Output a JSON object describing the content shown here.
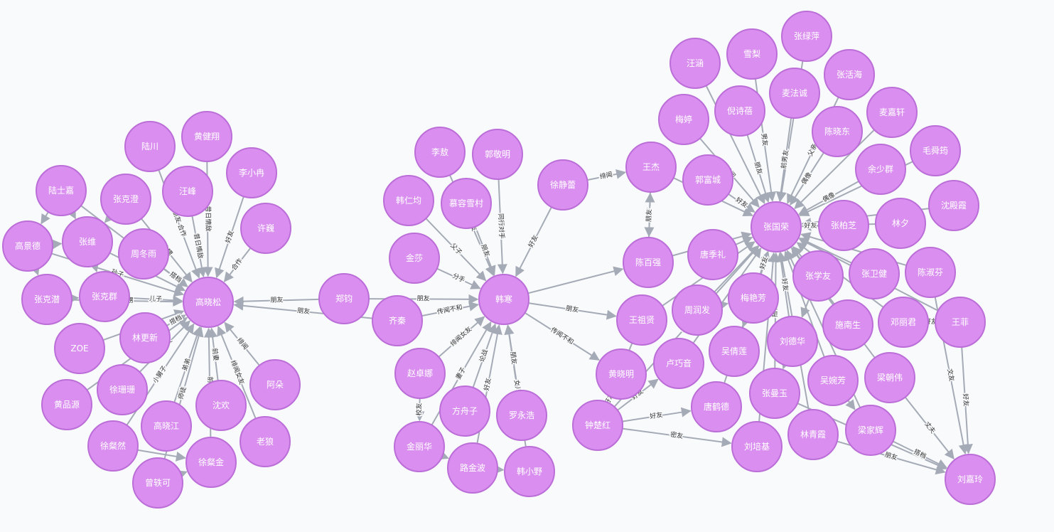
{
  "graph": {
    "node_color": "#da8ff0",
    "node_stroke": "#bb6ed8",
    "edge_color": "#a5abb6",
    "nodes": [
      {
        "id": "gaoxiaosong",
        "label": "高晓松"
      },
      {
        "id": "luchuan",
        "label": "陆川"
      },
      {
        "id": "huangjianxiang",
        "label": "黄健翔"
      },
      {
        "id": "lishiyu",
        "label": "陆士嘉"
      },
      {
        "id": "zhangkecheng",
        "label": "张克澄"
      },
      {
        "id": "wangfeng",
        "label": "汪峰"
      },
      {
        "id": "lixiaoran",
        "label": "李小冉"
      },
      {
        "id": "xuwei",
        "label": "许巍"
      },
      {
        "id": "gaojingde",
        "label": "高景德"
      },
      {
        "id": "zhangwei",
        "label": "张维"
      },
      {
        "id": "zhoudongyu",
        "label": "周冬雨"
      },
      {
        "id": "zhangkejie",
        "label": "张克潜"
      },
      {
        "id": "zhangkequn",
        "label": "张克群"
      },
      {
        "id": "zoe",
        "label": "ZOE"
      },
      {
        "id": "lingengxin",
        "label": "林更新"
      },
      {
        "id": "huangpinyuan",
        "label": "黄品源"
      },
      {
        "id": "xushanshan",
        "label": "徐珊珊"
      },
      {
        "id": "gaoxiaojiang",
        "label": "高晓江"
      },
      {
        "id": "shenhuan",
        "label": "沈欢"
      },
      {
        "id": "aduo",
        "label": "阿朵"
      },
      {
        "id": "laolang",
        "label": "老狼"
      },
      {
        "id": "xucanran",
        "label": "徐粲然"
      },
      {
        "id": "xucanjin",
        "label": "徐粲金"
      },
      {
        "id": "zengtieke",
        "label": "曾轶可"
      },
      {
        "id": "zhengjun",
        "label": "郑钧"
      },
      {
        "id": "qiqin",
        "label": "齐秦"
      },
      {
        "id": "hanhan",
        "label": "韩寒"
      },
      {
        "id": "limin",
        "label": "李敖"
      },
      {
        "id": "guojingming",
        "label": "郭敬明"
      },
      {
        "id": "hanrenjun",
        "label": "韩仁均"
      },
      {
        "id": "murongxuecun",
        "label": "慕容雪村"
      },
      {
        "id": "xujingmei",
        "label": "徐静蕾"
      },
      {
        "id": "jinsha",
        "label": "金莎"
      },
      {
        "id": "zhaozhuona",
        "label": "赵卓娜"
      },
      {
        "id": "fangzhouzi",
        "label": "方舟子"
      },
      {
        "id": "luoyonghao",
        "label": "罗永浩"
      },
      {
        "id": "jinlihua",
        "label": "金丽华"
      },
      {
        "id": "lujinbo",
        "label": "路金波"
      },
      {
        "id": "hanxiaoye",
        "label": "韩小野"
      },
      {
        "id": "wangjie",
        "label": "王杰"
      },
      {
        "id": "chenbaiqiang",
        "label": "陈百强"
      },
      {
        "id": "wangzuxian",
        "label": "王祖贤"
      },
      {
        "id": "huangxiaoming",
        "label": "黄晓明"
      },
      {
        "id": "zhongchuhong",
        "label": "钟楚红"
      },
      {
        "id": "wanghan",
        "label": "汪涵"
      },
      {
        "id": "xueli",
        "label": "雪梨"
      },
      {
        "id": "zhanglvping",
        "label": "张绿萍"
      },
      {
        "id": "meiting",
        "label": "梅婷"
      },
      {
        "id": "nishibei",
        "label": "倪诗蓓"
      },
      {
        "id": "maifacheng",
        "label": "麦法诚"
      },
      {
        "id": "zhanghuohai",
        "label": "张活海"
      },
      {
        "id": "chenxiaodong",
        "label": "陈晓东"
      },
      {
        "id": "maijiaxuan",
        "label": "麦嘉轩"
      },
      {
        "id": "maoshunjun",
        "label": "毛舜筠"
      },
      {
        "id": "guofucheng",
        "label": "郭富城"
      },
      {
        "id": "yushaoqun",
        "label": "余少群"
      },
      {
        "id": "zhangguorong",
        "label": "张国荣"
      },
      {
        "id": "zhangbozhi",
        "label": "张柏芝"
      },
      {
        "id": "shendianxia",
        "label": "沈殿霞"
      },
      {
        "id": "linxi",
        "label": "林夕"
      },
      {
        "id": "tangjili",
        "label": "唐季礼"
      },
      {
        "id": "zhangxueyou",
        "label": "张学友"
      },
      {
        "id": "zhangweijian",
        "label": "张卫健"
      },
      {
        "id": "chenshufen",
        "label": "陈淑芬"
      },
      {
        "id": "zhourunfa",
        "label": "周润发"
      },
      {
        "id": "meiyanfang",
        "label": "梅艳芳"
      },
      {
        "id": "shinansheng",
        "label": "施南生"
      },
      {
        "id": "denglijun",
        "label": "邓丽君"
      },
      {
        "id": "wangfei",
        "label": "王菲"
      },
      {
        "id": "luqiaoyin",
        "label": "卢巧音"
      },
      {
        "id": "wuqianlian",
        "label": "吴倩莲"
      },
      {
        "id": "liudehua",
        "label": "刘德华"
      },
      {
        "id": "wuwanfang",
        "label": "吴婉芳"
      },
      {
        "id": "liangchaowei",
        "label": "梁朝伟"
      },
      {
        "id": "tanghede",
        "label": "唐鹤德"
      },
      {
        "id": "zhangmanyu",
        "label": "张曼玉"
      },
      {
        "id": "liangjiahui",
        "label": "梁家辉"
      },
      {
        "id": "liupeiji",
        "label": "刘培基"
      },
      {
        "id": "linqingxia",
        "label": "林青霞"
      },
      {
        "id": "liujialing",
        "label": "刘嘉玲"
      }
    ],
    "edges": [
      {
        "s": "lishiyu",
        "t": "gaojingde",
        "label": ""
      },
      {
        "s": "lishiyu",
        "t": "zhangwei",
        "label": ""
      },
      {
        "s": "zhangkecheng",
        "t": "zhangwei",
        "label": ""
      },
      {
        "s": "gaojingde",
        "t": "zhangwei",
        "label": ""
      },
      {
        "s": "gaojingde",
        "t": "zhangkejie",
        "label": ""
      },
      {
        "s": "zhangwei",
        "t": "zhangkequn",
        "label": ""
      },
      {
        "s": "zhangkejie",
        "t": "zhangkequn",
        "label": ""
      },
      {
        "s": "zhangwei",
        "t": "gaoxiaosong",
        "label": "外孙"
      },
      {
        "s": "zhangkecheng",
        "t": "gaoxiaosong",
        "label": "外甥"
      },
      {
        "s": "lishiyu",
        "t": "gaoxiaosong",
        "label": "外孙"
      },
      {
        "s": "gaojingde",
        "t": "gaoxiaosong",
        "label": "孙子"
      },
      {
        "s": "zhangkejie",
        "t": "gaoxiaosong",
        "label": "外甥"
      },
      {
        "s": "zhangkequn",
        "t": "gaoxiaosong",
        "label": "儿子"
      },
      {
        "s": "luchuan",
        "t": "gaoxiaosong",
        "label": "朋友 合作"
      },
      {
        "s": "huangjianxiang",
        "t": "gaoxiaosong",
        "label": "昔日情敌"
      },
      {
        "s": "wangfeng",
        "t": "gaoxiaosong",
        "label": "昔日情敌"
      },
      {
        "s": "lixiaoran",
        "t": "gaoxiaosong",
        "label": "好友"
      },
      {
        "s": "xuwei",
        "t": "gaoxiaosong",
        "label": "合作"
      },
      {
        "s": "zhoudongyu",
        "t": "gaoxiaosong",
        "label": "搭档"
      },
      {
        "s": "lingengxin",
        "t": "gaoxiaosong",
        "label": "搭档"
      },
      {
        "s": "zoe",
        "t": "gaoxiaosong",
        "label": "绯闻"
      },
      {
        "s": "huangpinyuan",
        "t": "gaoxiaosong",
        "label": "好友"
      },
      {
        "s": "xushanshan",
        "t": "gaoxiaosong",
        "label": "前女友"
      },
      {
        "s": "gaoxiaojiang",
        "t": "gaoxiaosong",
        "label": "弟弟"
      },
      {
        "s": "shenhuan",
        "t": "gaoxiaosong",
        "label": "前妻"
      },
      {
        "s": "aduo",
        "t": "gaoxiaosong",
        "label": "绯闻"
      },
      {
        "s": "laolang",
        "t": "gaoxiaosong",
        "label": "绯闻女友"
      },
      {
        "s": "xucanran",
        "t": "gaoxiaosong",
        "label": "小舅子"
      },
      {
        "s": "xucanjin",
        "t": "gaoxiaosong",
        "label": "前妻"
      },
      {
        "s": "zengtieke",
        "t": "gaoxiaosong",
        "label": "师徒"
      },
      {
        "s": "zhengjun",
        "t": "gaoxiaosong",
        "label": "朋友"
      },
      {
        "s": "qiqin",
        "t": "gaoxiaosong",
        "label": "朋友"
      },
      {
        "s": "xucanran",
        "t": "xucanjin",
        "label": ""
      },
      {
        "s": "zengtieke",
        "t": "xucanjin",
        "label": ""
      },
      {
        "s": "zhengjun",
        "t": "hanhan",
        "label": "朋友"
      },
      {
        "s": "qiqin",
        "t": "hanhan",
        "label": "传闻不和"
      },
      {
        "s": "limin",
        "t": "hanhan",
        "label": "好友"
      },
      {
        "s": "guojingming",
        "t": "hanhan",
        "label": "同行对手"
      },
      {
        "s": "hanrenjun",
        "t": "hanhan",
        "label": "父子"
      },
      {
        "s": "murongxuecun",
        "t": "hanhan",
        "label": "朋友"
      },
      {
        "s": "xujingmei",
        "t": "hanhan",
        "label": "好友"
      },
      {
        "s": "jinsha",
        "t": "hanhan",
        "label": "分手"
      },
      {
        "s": "zhaozhuona",
        "t": "hanhan",
        "label": "绯闻女友"
      },
      {
        "s": "fangzhouzi",
        "t": "hanhan",
        "label": "论战"
      },
      {
        "s": "luoyonghao",
        "t": "hanhan",
        "label": "朋友"
      },
      {
        "s": "jinlihua",
        "t": "hanhan",
        "label": "妻子"
      },
      {
        "s": "lujinbo",
        "t": "hanhan",
        "label": "好友"
      },
      {
        "s": "hanxiaoye",
        "t": "hanhan",
        "label": "女儿"
      },
      {
        "s": "zhaozhuona",
        "t": "jinlihua",
        "label": "校友"
      },
      {
        "s": "jinlihua",
        "t": "lujinbo",
        "label": ""
      },
      {
        "s": "lujinbo",
        "t": "hanxiaoye",
        "label": ""
      },
      {
        "s": "hanhan",
        "t": "chenbaiqiang",
        "label": ""
      },
      {
        "s": "hanhan",
        "t": "wangzuxian",
        "label": "朋友"
      },
      {
        "s": "hanhan",
        "t": "huangxiaoming",
        "label": "传闻不和"
      },
      {
        "s": "xujingmei",
        "t": "wangjie",
        "label": "绯闻"
      },
      {
        "s": "wangjie",
        "t": "chenbaiqiang",
        "label": "朋友"
      },
      {
        "s": "chenbaiqiang",
        "t": "wangjie",
        "label": "朋友"
      },
      {
        "s": "wangzuxian",
        "t": "zhongchuhong",
        "label": "好友"
      },
      {
        "s": "huangxiaoming",
        "t": "zhongchuhong",
        "label": "好友"
      },
      {
        "s": "zhongchuhong",
        "t": "tanghede",
        "label": "好友"
      },
      {
        "s": "zhongchuhong",
        "t": "liupeiji",
        "label": "密友"
      },
      {
        "s": "zhongchuhong",
        "t": "zhangguorong",
        "label": "好友"
      },
      {
        "s": "zhongchuhong",
        "t": "luqiaoyin",
        "label": "好友"
      },
      {
        "s": "wanghan",
        "t": "zhangguorong",
        "label": ""
      },
      {
        "s": "xueli",
        "t": "zhangguorong",
        "label": "男友"
      },
      {
        "s": "zhanglvping",
        "t": "zhangguorong",
        "label": ""
      },
      {
        "s": "meiting",
        "t": "zhangguorong",
        "label": "绯闻"
      },
      {
        "s": "nishibei",
        "t": "zhangguorong",
        "label": "朋友"
      },
      {
        "s": "maifacheng",
        "t": "zhangguorong",
        "label": "前男友"
      },
      {
        "s": "zhanghuohai",
        "t": "zhangguorong",
        "label": "父亲"
      },
      {
        "s": "chenxiaodong",
        "t": "zhangguorong",
        "label": "偶像"
      },
      {
        "s": "maijiaxuan",
        "t": "zhangguorong",
        "label": ""
      },
      {
        "s": "maoshunjun",
        "t": "zhangguorong",
        "label": ""
      },
      {
        "s": "guofucheng",
        "t": "zhangguorong",
        "label": "好友"
      },
      {
        "s": "yushaoqun",
        "t": "zhangguorong",
        "label": "偶像"
      },
      {
        "s": "zhangbozhi",
        "t": "zhangguorong",
        "label": "好友"
      },
      {
        "s": "shendianxia",
        "t": "zhangguorong",
        "label": ""
      },
      {
        "s": "linxi",
        "t": "zhangguorong",
        "label": "好友"
      },
      {
        "s": "tangjili",
        "t": "zhangguorong",
        "label": ""
      },
      {
        "s": "zhangxueyou",
        "t": "zhangguorong",
        "label": ""
      },
      {
        "s": "zhangweijian",
        "t": "zhangguorong",
        "label": ""
      },
      {
        "s": "chenshufen",
        "t": "zhangguorong",
        "label": ""
      },
      {
        "s": "zhourunfa",
        "t": "zhangguorong",
        "label": ""
      },
      {
        "s": "meiyanfang",
        "t": "zhangguorong",
        "label": "好友"
      },
      {
        "s": "shinansheng",
        "t": "zhangguorong",
        "label": "好友"
      },
      {
        "s": "denglijun",
        "t": "zhangguorong",
        "label": ""
      },
      {
        "s": "wangfei",
        "t": "zhangguorong",
        "label": ""
      },
      {
        "s": "luqiaoyin",
        "t": "zhangguorong",
        "label": ""
      },
      {
        "s": "wuqianlian",
        "t": "zhangguorong",
        "label": ""
      },
      {
        "s": "liudehua",
        "t": "zhangguorong",
        "label": "好友"
      },
      {
        "s": "wuwanfang",
        "t": "zhangguorong",
        "label": ""
      },
      {
        "s": "liangchaowei",
        "t": "zhangguorong",
        "label": ""
      },
      {
        "s": "tanghede",
        "t": "zhangguorong",
        "label": ""
      },
      {
        "s": "zhangmanyu",
        "t": "zhangguorong",
        "label": "搭档"
      },
      {
        "s": "liangjiahui",
        "t": "zhangguorong",
        "label": ""
      },
      {
        "s": "liupeiji",
        "t": "zhangguorong",
        "label": ""
      },
      {
        "s": "linqingxia",
        "t": "zhangguorong",
        "label": ""
      },
      {
        "s": "chenbaiqiang",
        "t": "zhangguorong",
        "label": ""
      },
      {
        "s": "wangjie",
        "t": "zhangguorong",
        "label": ""
      },
      {
        "s": "wangzuxian",
        "t": "zhangguorong",
        "label": ""
      },
      {
        "s": "wangfei",
        "t": "liujialing",
        "label": "好友"
      },
      {
        "s": "liangchaowei",
        "t": "liujialing",
        "label": "丈夫"
      },
      {
        "s": "liangjiahui",
        "t": "liujialing",
        "label": "搭档"
      },
      {
        "s": "linqingxia",
        "t": "liujialing",
        "label": "朋友"
      },
      {
        "s": "zhangmanyu",
        "t": "liujialing",
        "label": "搭档"
      },
      {
        "s": "denglijun",
        "t": "wangfei",
        "label": "好友"
      },
      {
        "s": "chenshufen",
        "t": "liujialing",
        "label": "文友"
      },
      {
        "s": "zhangxueyou",
        "t": "liudehua",
        "label": ""
      },
      {
        "s": "liudehua",
        "t": "zhangmanyu",
        "label": ""
      },
      {
        "s": "zhourunfa",
        "t": "meiyanfang",
        "label": ""
      },
      {
        "s": "meiyanfang",
        "t": "wuqianlian",
        "label": ""
      },
      {
        "s": "wuwanfang",
        "t": "liangjiahui",
        "label": ""
      }
    ]
  }
}
